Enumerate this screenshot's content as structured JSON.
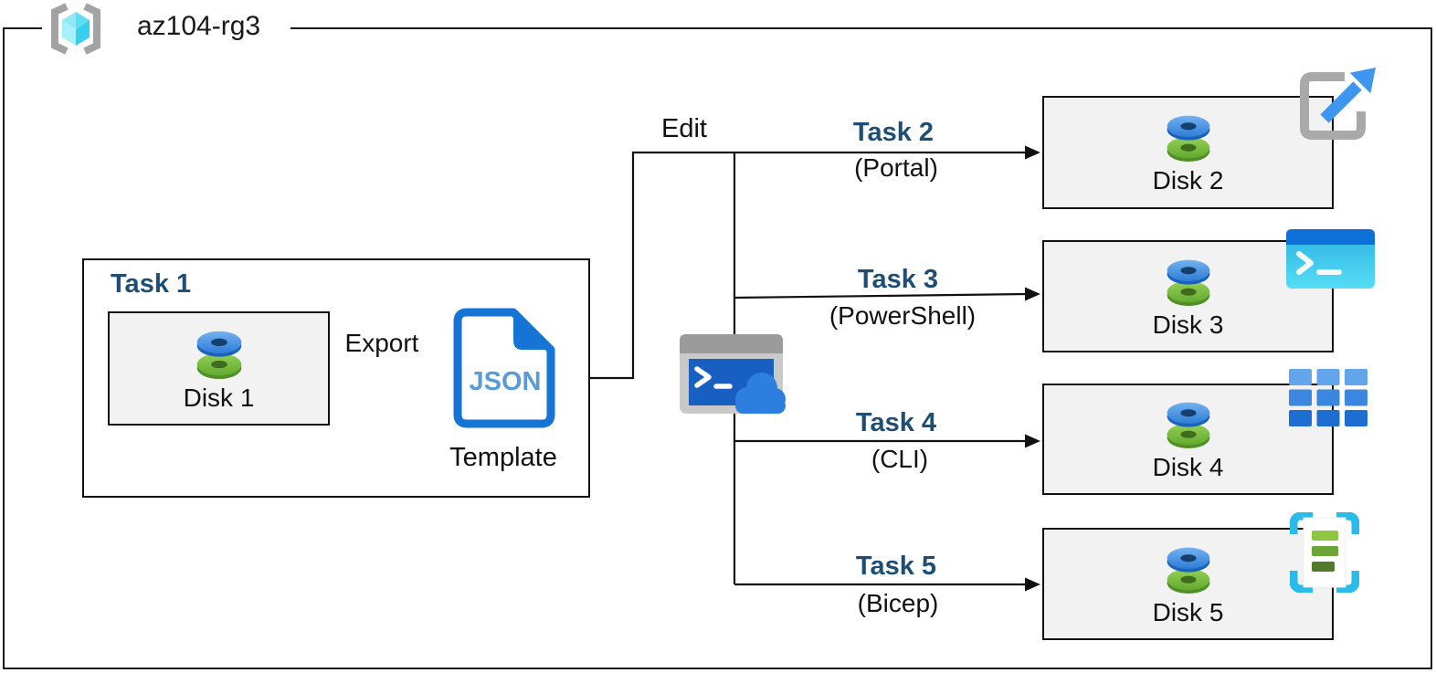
{
  "diagram": {
    "resource_group": "az104-rg3",
    "task1": {
      "label": "Task 1",
      "disk": "Disk 1"
    },
    "export_label": "Export",
    "template": {
      "doc_text": "JSON",
      "caption": "Template"
    },
    "edit_label": "Edit",
    "tasks": [
      {
        "label": "Task 2",
        "method": "(Portal)",
        "disk": "Disk 2",
        "icon": "portal-launch-icon"
      },
      {
        "label": "Task 3",
        "method": "(PowerShell)",
        "disk": "Disk 3",
        "icon": "powershell-icon"
      },
      {
        "label": "Task 4",
        "method": "(CLI)",
        "disk": "Disk 4",
        "icon": "cli-icon"
      },
      {
        "label": "Task 5",
        "method": "(Bicep)",
        "disk": "Disk 5",
        "icon": "bicep-icon"
      }
    ],
    "connections": [
      {
        "from": "Disk 1",
        "label": "Export",
        "to": "Template"
      },
      {
        "from": "Template",
        "label": "Edit",
        "to": "Disk 2",
        "via": "Task 2 (Portal)"
      },
      {
        "from": "Template",
        "label": "Edit",
        "to": "Disk 3",
        "via": "Task 3 (PowerShell)"
      },
      {
        "from": "Template",
        "label": "Edit",
        "to": "Disk 4",
        "via": "Task 4 (CLI)"
      },
      {
        "from": "Template",
        "label": "Edit",
        "to": "Disk 5",
        "via": "Task 5 (Bicep)"
      }
    ],
    "colors": {
      "task_label": "#1E4E74",
      "box_fill": "#F2F2F2",
      "line": "#111111",
      "json_border": "#1574D4",
      "json_text": "#5B9BD5",
      "disk_blue": "#2E7CD6",
      "disk_green": "#6CB13A",
      "cloud_blue": "#2E7EE0",
      "cyan_cube": "#5FDDF2"
    }
  }
}
